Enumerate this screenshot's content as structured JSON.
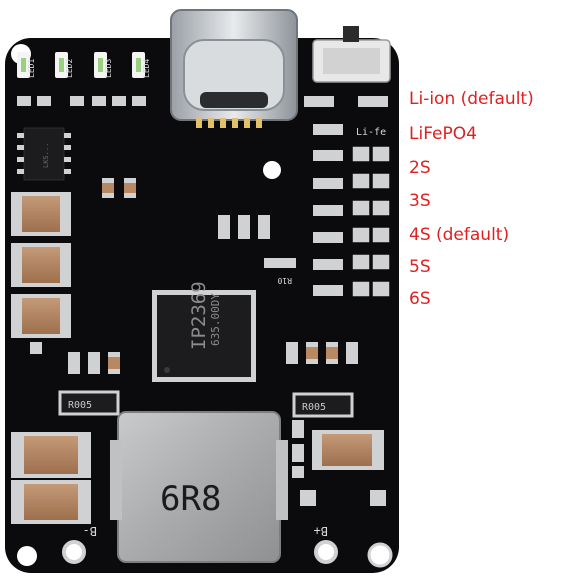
{
  "image": {
    "board_colors": {
      "pcb": "#0b0b0d",
      "pad": "#cfd1d3",
      "component": "#b88863",
      "ic": "#1c1c1e",
      "legend": "#e02020"
    },
    "silkscreen": {
      "led_labels": [
        "LED1",
        "LED2",
        "LED3",
        "LED4"
      ],
      "chip_marking_line1": "IP2369",
      "chip_marking_line2": "635.00DY",
      "inductor_marking": "6R8",
      "small_chip_marking": "LKS...",
      "resistor_labels": [
        "R005",
        "R005"
      ],
      "mode_header": "Li-fe",
      "r10_label": "R10",
      "neg_terminal": "B-",
      "pos_terminal": "B+"
    },
    "legend": [
      "Li-ion (default)",
      "LiFePO4",
      "2S",
      "3S",
      "4S (default)",
      "5S",
      "6S"
    ]
  }
}
